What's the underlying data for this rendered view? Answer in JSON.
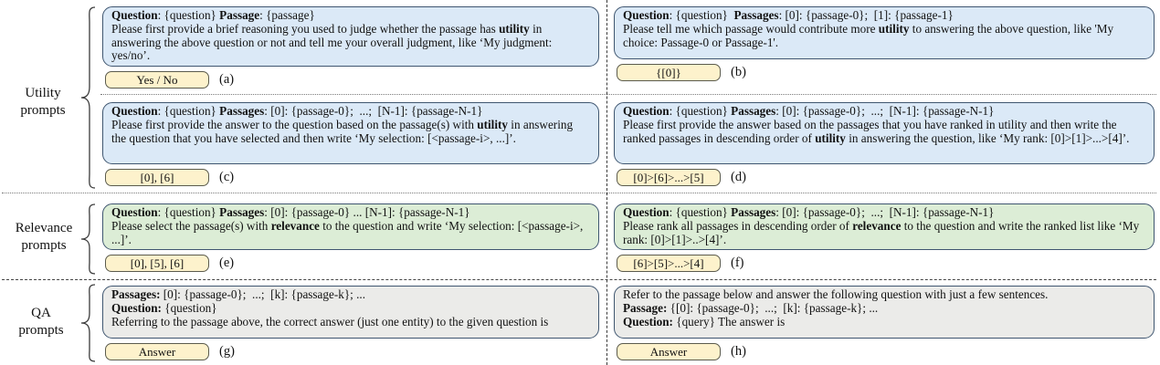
{
  "figure": {
    "colors": {
      "utility_box": "#dbe9f7",
      "relevance_box": "#dcedd6",
      "qa_box": "#ebebe9",
      "answer_box": "#fdf2cc",
      "box_border": "#3f5670"
    },
    "groups": [
      {
        "id": "utility",
        "line1": "Utility",
        "line2": "prompts"
      },
      {
        "id": "relevance",
        "line1": "Relevance",
        "line2": "prompts"
      },
      {
        "id": "qa",
        "line1": "QA",
        "line2": "prompts"
      }
    ],
    "cells": [
      {
        "id": "a",
        "tag": "(a)",
        "answer": "Yes / No",
        "segments": [
          {
            "t": "Question",
            "b": true
          },
          {
            "t": ": {question} "
          },
          {
            "t": "Passage",
            "b": true
          },
          {
            "t": ": {passage}\nPlease first provide a brief reasoning you used to judge whether the passage has "
          },
          {
            "t": "utility",
            "b": true
          },
          {
            "t": " in answering the above question or not and tell me your overall judgment, like ‘My judgment: yes/no’."
          }
        ]
      },
      {
        "id": "b",
        "tag": "(b)",
        "answer": "{[0]}",
        "segments": [
          {
            "t": "Question",
            "b": true
          },
          {
            "t": ": {question}  "
          },
          {
            "t": "Passages",
            "b": true
          },
          {
            "t": ": [0]: {passage-0};  [1]: {passage-1}\nPlease tell me which passage would contribute more "
          },
          {
            "t": "utility",
            "b": true
          },
          {
            "t": " to answering the above question, like 'My choice: Passage-0 or Passage-1'."
          }
        ]
      },
      {
        "id": "c",
        "tag": "(c)",
        "answer": "[0], [6]",
        "segments": [
          {
            "t": "Question",
            "b": true
          },
          {
            "t": ": {question} "
          },
          {
            "t": "Passages",
            "b": true
          },
          {
            "t": ": [0]: {passage-0};  ...;  [N-1]: {passage-N-1}\nPlease first provide the answer to the question based on the passage(s) with "
          },
          {
            "t": "utility",
            "b": true
          },
          {
            "t": " in answering the question that you have selected and then write ‘My selection: [<passage-i>, ...]’."
          }
        ]
      },
      {
        "id": "d",
        "tag": "(d)",
        "answer": "[0]>[6]>...>[5]",
        "segments": [
          {
            "t": "Question",
            "b": true
          },
          {
            "t": ": {question} "
          },
          {
            "t": "Passages",
            "b": true
          },
          {
            "t": ": [0]: {passage-0};  ...;  [N-1]: {passage-N-1}\nPlease first provide the answer based on the passages that you have ranked in utility and then write the ranked passages in descending order of "
          },
          {
            "t": "utility",
            "b": true
          },
          {
            "t": " in answering the question, like ‘My rank: [0]>[1]>...>[4]’."
          }
        ]
      },
      {
        "id": "e",
        "tag": "(e)",
        "answer": "[0], [5], [6]",
        "segments": [
          {
            "t": "Question",
            "b": true
          },
          {
            "t": ": {question} "
          },
          {
            "t": "Passages",
            "b": true
          },
          {
            "t": ": [0]: {passage-0} ... [N-1]: {passage-N-1}\nPlease select the passage(s) with "
          },
          {
            "t": "relevance",
            "b": true
          },
          {
            "t": " to the question and write ‘My selection: [<passage-i>, ...]’."
          }
        ]
      },
      {
        "id": "f",
        "tag": "(f)",
        "answer": "[6]>[5]>...>[4]",
        "segments": [
          {
            "t": "Question",
            "b": true
          },
          {
            "t": ": {question} "
          },
          {
            "t": "Passages",
            "b": true
          },
          {
            "t": ": [0]: {passage-0};  ...;  [N-1]: {passage-N-1}\nPlease rank all passages in descending order of "
          },
          {
            "t": "relevance",
            "b": true
          },
          {
            "t": " to the question and write the ranked list like ‘My rank: [0]>[1]>..>[4]’."
          }
        ]
      },
      {
        "id": "g",
        "tag": "(g)",
        "answer": "Answer",
        "segments": [
          {
            "t": "Passages:",
            "b": true
          },
          {
            "t": " [0]: {passage-0};  ...;  [k]: {passage-k}; ...\n"
          },
          {
            "t": "Question:",
            "b": true
          },
          {
            "t": " {question}\nReferring to the passage above, the correct answer (just one entity) to the given question is"
          }
        ]
      },
      {
        "id": "h",
        "tag": "(h)",
        "answer": "Answer",
        "segments": [
          {
            "t": "Refer to the passage below and answer the following question with just a few sentences.\n"
          },
          {
            "t": "Passage:",
            "b": true
          },
          {
            "t": " {[0]: {passage-0};  ...;  [k]: {passage-k}; ...\n"
          },
          {
            "t": "Question:",
            "b": true
          },
          {
            "t": " {query} The answer is"
          }
        ]
      }
    ]
  }
}
